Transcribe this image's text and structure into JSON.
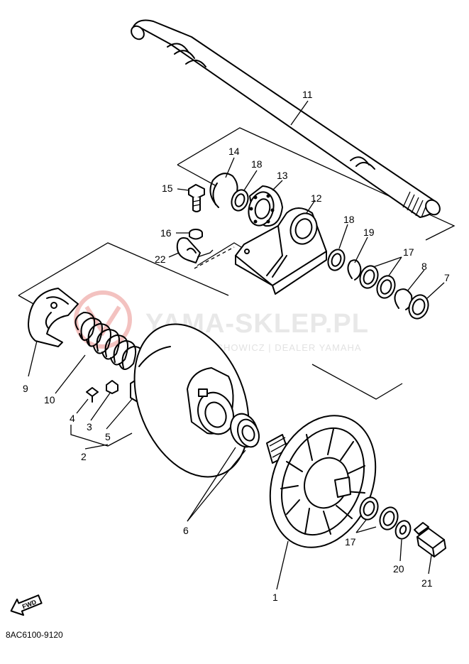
{
  "watermark": {
    "brand": "YAMA-SKLEP.PL",
    "tagline": "WOJCIECHOWICZ | DEALER YAMAHA",
    "accent_color": "#e4443f"
  },
  "diagram_code": "8AC6100-9120",
  "forward_arrow_label": "FWD",
  "callouts": [
    "1",
    "2",
    "3",
    "4",
    "5",
    "6",
    "7",
    "8",
    "9",
    "10",
    "11",
    "12",
    "13",
    "14",
    "15",
    "16",
    "17",
    "17",
    "18",
    "18",
    "19",
    "20",
    "21",
    "22"
  ]
}
